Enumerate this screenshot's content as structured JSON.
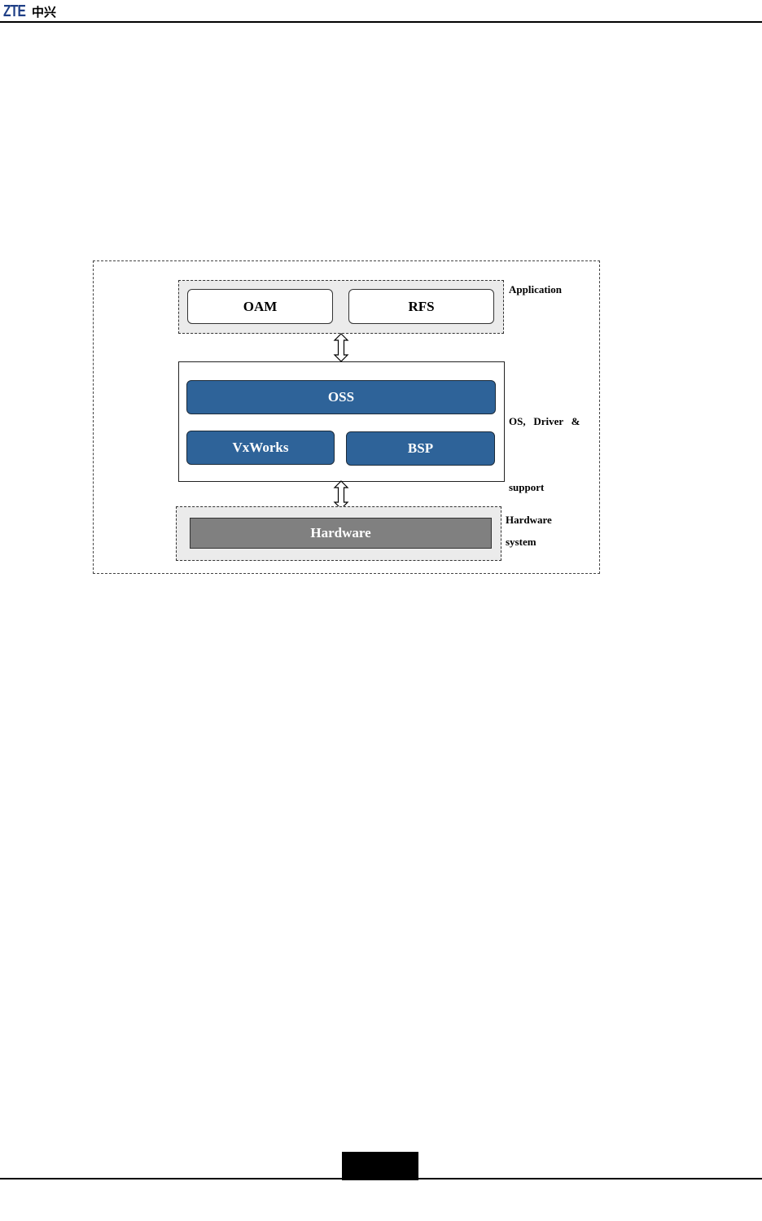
{
  "header": {
    "logo_latin": "ZTE",
    "logo_chinese": "中兴"
  },
  "diagram": {
    "application_label": "Application",
    "os_label_line1": "OS,   Driver   &",
    "os_label_line2": "support",
    "hardware_label_line1": "Hardware",
    "hardware_label_line2": "system",
    "boxes": {
      "oam": "OAM",
      "rfs": "RFS",
      "oss": "OSS",
      "vxworks": "VxWorks",
      "bsp": "BSP",
      "hardware": "Hardware"
    }
  },
  "colors": {
    "logo_blue": "#1f3f86",
    "module_blue": "#2e6399",
    "hardware_gray": "#808080",
    "layer_fill": "#ebebeb"
  }
}
